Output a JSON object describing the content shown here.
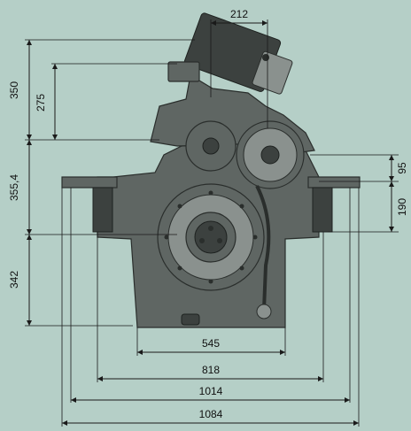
{
  "colors": {
    "background": "#b5cfc7",
    "machine": "#5f6663",
    "line": "#1a1a1a"
  },
  "dimensions": {
    "d212": "212",
    "d350": "350",
    "d275": "275",
    "d355_4": "355,4",
    "d342": "342",
    "d95": "95",
    "d190": "190",
    "d545": "545",
    "d818": "818",
    "d1014": "1014",
    "d1084": "1084"
  }
}
